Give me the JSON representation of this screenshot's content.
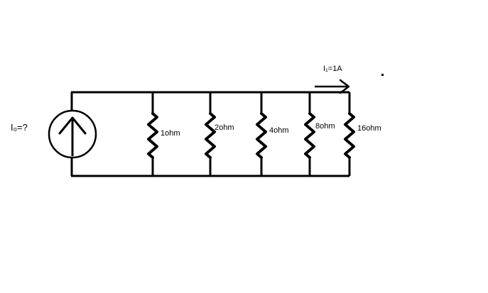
{
  "diagram": {
    "source_label": "I₀=?",
    "current_label": "I₁=1A",
    "resistors": [
      {
        "label": "1ohm"
      },
      {
        "label": "2ohm"
      },
      {
        "label": "4ohm"
      },
      {
        "label": "8ohm"
      },
      {
        "label": "16ohm"
      }
    ],
    "colors": {
      "line": "#000000",
      "background": "#ffffff"
    }
  }
}
